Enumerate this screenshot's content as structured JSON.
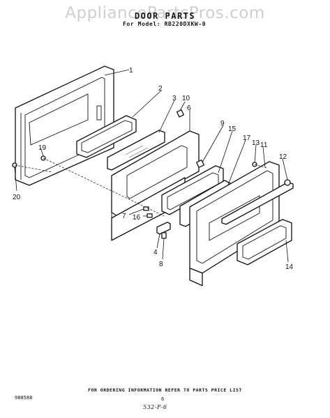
{
  "header": {
    "watermark": "AppliancePartsPros.com",
    "title": "DOOR PARTS",
    "model": "For Model: RB220DXKW-0"
  },
  "diagram": {
    "callouts": [
      "1",
      "2",
      "3",
      "10",
      "6",
      "9",
      "15",
      "17",
      "13",
      "11",
      "12",
      "19",
      "20",
      "7",
      "16",
      "4",
      "8",
      "14"
    ]
  },
  "footer": {
    "note": "FOR ORDERING INFORMATION REFER TO PARTS PRICE LIST",
    "doc_number": "980588",
    "page": "6",
    "handwritten": "532-F-6"
  }
}
